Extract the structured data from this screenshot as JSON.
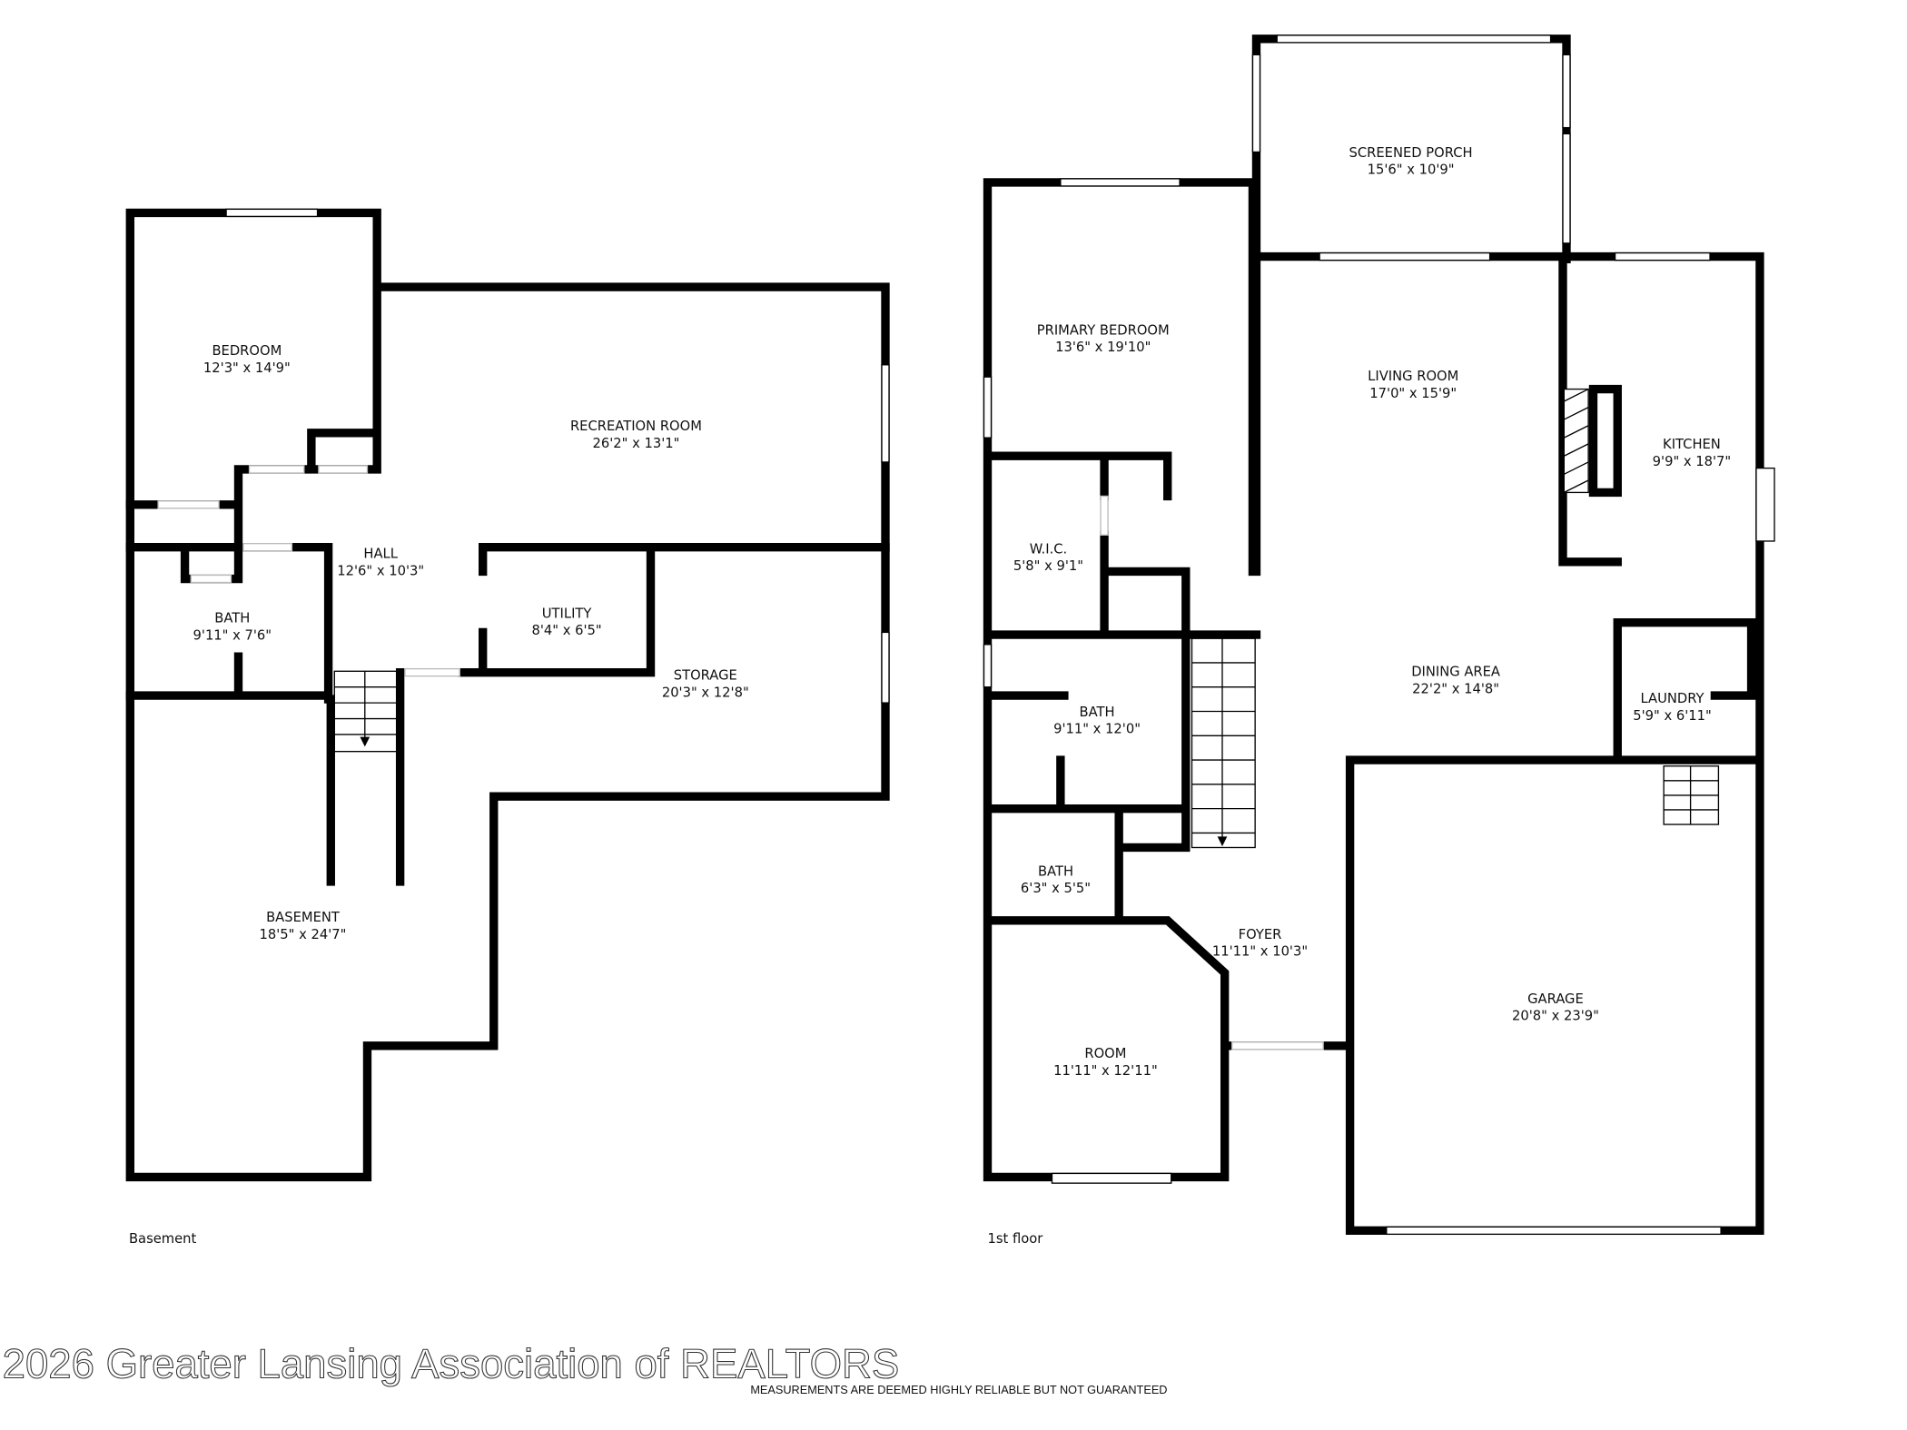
{
  "basement": {
    "caption": "Basement",
    "rooms": {
      "bedroom": {
        "name": "BEDROOM",
        "dims": "12'3\" x 14'9\""
      },
      "recreation": {
        "name": "RECREATION ROOM",
        "dims": "26'2\" x 13'1\""
      },
      "hall": {
        "name": "HALL",
        "dims": "12'6\" x 10'3\""
      },
      "bath": {
        "name": "BATH",
        "dims": "9'11\" x 7'6\""
      },
      "utility": {
        "name": "UTILITY",
        "dims": "8'4\" x 6'5\""
      },
      "storage": {
        "name": "STORAGE",
        "dims": "20'3\" x 12'8\""
      },
      "basement": {
        "name": "BASEMENT",
        "dims": "18'5\" x 24'7\""
      }
    }
  },
  "first_floor": {
    "caption": "1st floor",
    "rooms": {
      "porch": {
        "name": "SCREENED PORCH",
        "dims": "15'6\" x 10'9\""
      },
      "primary": {
        "name": "PRIMARY BEDROOM",
        "dims": "13'6\" x 19'10\""
      },
      "living": {
        "name": "LIVING ROOM",
        "dims": "17'0\" x 15'9\""
      },
      "kitchen": {
        "name": "KITCHEN",
        "dims": "9'9\" x 18'7\""
      },
      "wic": {
        "name": "W.I.C.",
        "dims": "5'8\" x 9'1\""
      },
      "dining": {
        "name": "DINING AREA",
        "dims": "22'2\" x 14'8\""
      },
      "laundry": {
        "name": "LAUNDRY",
        "dims": "5'9\" x 6'11\""
      },
      "bath1": {
        "name": "BATH",
        "dims": "9'11\" x 12'0\""
      },
      "bath2": {
        "name": "BATH",
        "dims": "6'3\" x 5'5\""
      },
      "foyer": {
        "name": "FOYER",
        "dims": "11'11\" x 10'3\""
      },
      "room": {
        "name": "ROOM",
        "dims": "11'11\" x 12'11\""
      },
      "garage": {
        "name": "GARAGE",
        "dims": "20'8\" x 23'9\""
      }
    }
  },
  "watermark": "2026 Greater Lansing Association of REALTORS",
  "disclaimer": "MEASUREMENTS ARE DEEMED HIGHLY RELIABLE BUT NOT GUARANTEED"
}
